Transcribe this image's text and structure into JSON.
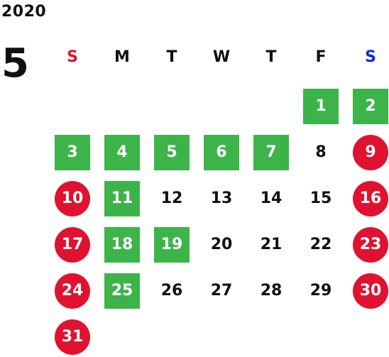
{
  "calendar": {
    "year": "2020",
    "month": "5",
    "weekdays": [
      {
        "label": "S",
        "color": "#e0122f"
      },
      {
        "label": "M",
        "color": "#111111"
      },
      {
        "label": "T",
        "color": "#111111"
      },
      {
        "label": "W",
        "color": "#111111"
      },
      {
        "label": "T",
        "color": "#111111"
      },
      {
        "label": "F",
        "color": "#111111"
      },
      {
        "label": "S",
        "color": "#0f2bd6"
      }
    ],
    "colors": {
      "holiday_green": "#3cb449",
      "closed_red": "#e0122f"
    },
    "days": [
      {
        "label": "1",
        "row": 0,
        "col": 5,
        "style": "green"
      },
      {
        "label": "2",
        "row": 0,
        "col": 6,
        "style": "green"
      },
      {
        "label": "3",
        "row": 1,
        "col": 0,
        "style": "green"
      },
      {
        "label": "4",
        "row": 1,
        "col": 1,
        "style": "green"
      },
      {
        "label": "5",
        "row": 1,
        "col": 2,
        "style": "green"
      },
      {
        "label": "6",
        "row": 1,
        "col": 3,
        "style": "green"
      },
      {
        "label": "7",
        "row": 1,
        "col": 4,
        "style": "green"
      },
      {
        "label": "8",
        "row": 1,
        "col": 5,
        "style": "plain"
      },
      {
        "label": "9",
        "row": 1,
        "col": 6,
        "style": "red"
      },
      {
        "label": "10",
        "row": 2,
        "col": 0,
        "style": "red"
      },
      {
        "label": "11",
        "row": 2,
        "col": 1,
        "style": "green"
      },
      {
        "label": "12",
        "row": 2,
        "col": 2,
        "style": "plain"
      },
      {
        "label": "13",
        "row": 2,
        "col": 3,
        "style": "plain"
      },
      {
        "label": "14",
        "row": 2,
        "col": 4,
        "style": "plain"
      },
      {
        "label": "15",
        "row": 2,
        "col": 5,
        "style": "plain"
      },
      {
        "label": "16",
        "row": 2,
        "col": 6,
        "style": "red"
      },
      {
        "label": "17",
        "row": 3,
        "col": 0,
        "style": "red"
      },
      {
        "label": "18",
        "row": 3,
        "col": 1,
        "style": "green"
      },
      {
        "label": "19",
        "row": 3,
        "col": 2,
        "style": "green"
      },
      {
        "label": "20",
        "row": 3,
        "col": 3,
        "style": "plain"
      },
      {
        "label": "21",
        "row": 3,
        "col": 4,
        "style": "plain"
      },
      {
        "label": "22",
        "row": 3,
        "col": 5,
        "style": "plain"
      },
      {
        "label": "23",
        "row": 3,
        "col": 6,
        "style": "red"
      },
      {
        "label": "24",
        "row": 4,
        "col": 0,
        "style": "red"
      },
      {
        "label": "25",
        "row": 4,
        "col": 1,
        "style": "green"
      },
      {
        "label": "26",
        "row": 4,
        "col": 2,
        "style": "plain"
      },
      {
        "label": "27",
        "row": 4,
        "col": 3,
        "style": "plain"
      },
      {
        "label": "28",
        "row": 4,
        "col": 4,
        "style": "plain"
      },
      {
        "label": "29",
        "row": 4,
        "col": 5,
        "style": "plain"
      },
      {
        "label": "30",
        "row": 4,
        "col": 6,
        "style": "red"
      },
      {
        "label": "31",
        "row": 5,
        "col": 0,
        "style": "red"
      }
    ]
  }
}
